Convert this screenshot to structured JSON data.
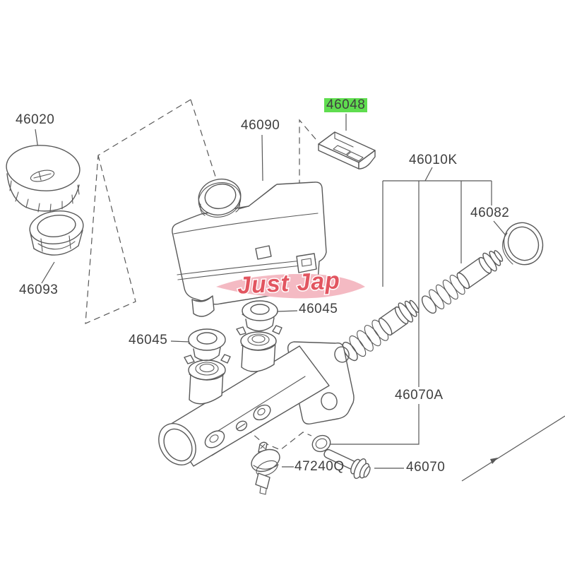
{
  "colors": {
    "line": "#585858",
    "label_text": "#3f3f3f",
    "highlight_green": "#5fdd4f",
    "watermark_text": "#e25560",
    "watermark_swoosh": "#f4bac3",
    "background": "#ffffff"
  },
  "watermark": {
    "text": "Just Jap"
  },
  "labels": {
    "cap": {
      "text": "46020",
      "highlighted": false
    },
    "reservoir_tank": {
      "text": "46090",
      "highlighted": false
    },
    "clip": {
      "text": "46048",
      "highlighted": true
    },
    "piston_kit": {
      "text": "46010K",
      "highlighted": false
    },
    "boot_ring": {
      "text": "46082",
      "highlighted": false
    },
    "filter": {
      "text": "46093",
      "highlighted": false
    },
    "grommet_right": {
      "text": "46045",
      "highlighted": false
    },
    "grommet_left": {
      "text": "46045",
      "highlighted": false
    },
    "cylinder_assembly": {
      "text": "46070A",
      "highlighted": false
    },
    "valve": {
      "text": "47240Q",
      "highlighted": false
    },
    "bolt": {
      "text": "46070",
      "highlighted": false
    }
  }
}
